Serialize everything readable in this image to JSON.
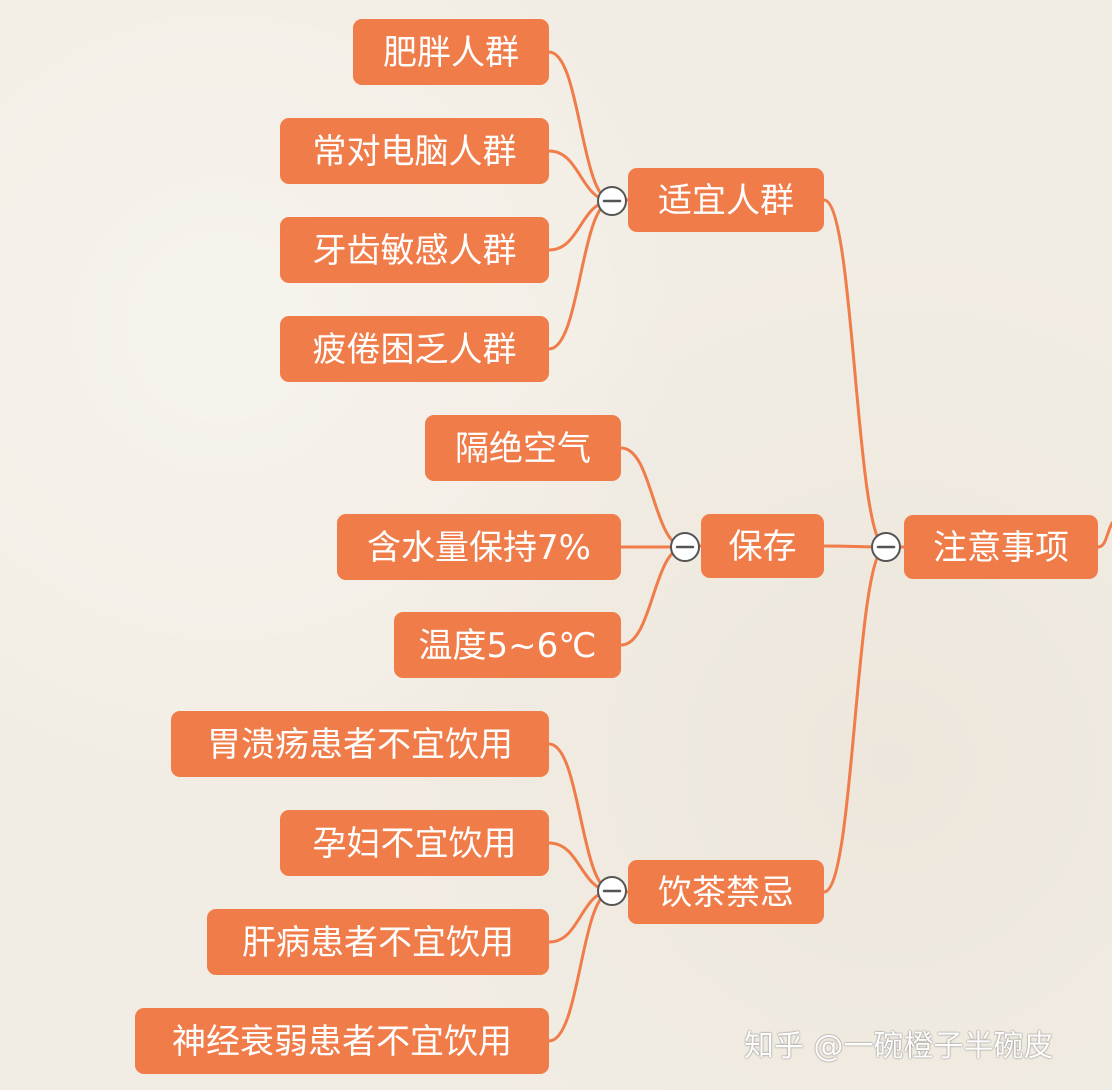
{
  "mindmap": {
    "root": {
      "label": "注意事项"
    },
    "branches": [
      {
        "label": "适宜人群",
        "children": [
          "肥胖人群",
          "常对电脑人群",
          "牙齿敏感人群",
          "疲倦困乏人群"
        ]
      },
      {
        "label": "保存",
        "children": [
          "隔绝空气",
          "含水量保持7%",
          "温度5~6℃"
        ]
      },
      {
        "label": "饮茶禁忌",
        "children": [
          "胃溃疡患者不宜饮用",
          "孕妇不宜饮用",
          "肝病患者不宜饮用",
          "神经衰弱患者不宜饮用"
        ]
      }
    ],
    "toggle_symbol": "collapse-minus-icon",
    "colors": {
      "node_fill": "#f07c4a",
      "node_text": "#ffffff",
      "connector": "#f07c4a",
      "background": "#f2ede4"
    }
  },
  "watermark": {
    "text": "知乎 @一碗橙子半碗皮"
  }
}
